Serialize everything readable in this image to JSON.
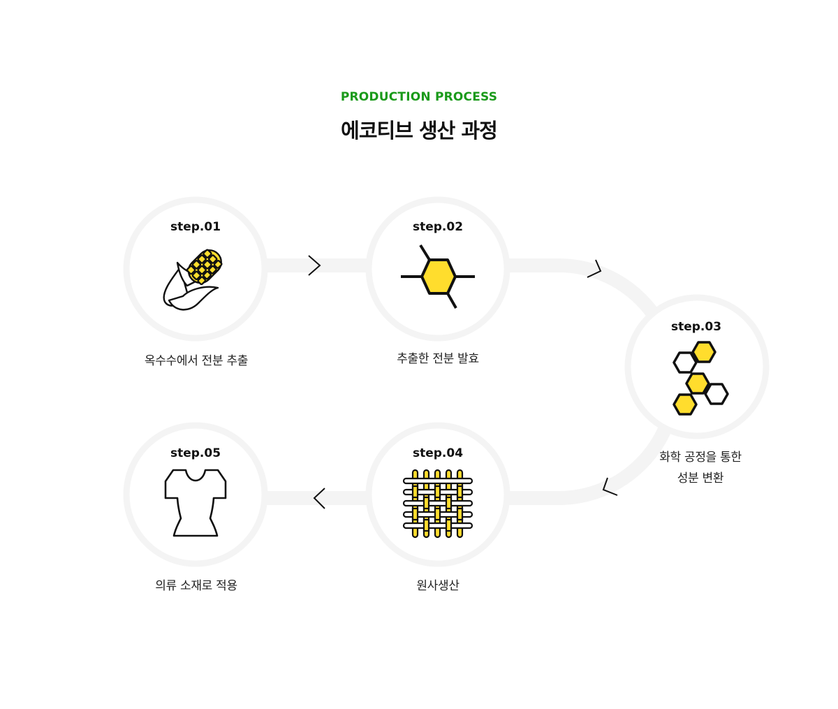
{
  "header": {
    "eyebrow": "PRODUCTION PROCESS",
    "title": "에코티브 생산 과정"
  },
  "colors": {
    "accent_green": "#1a9a1a",
    "icon_yellow": "#ffdd2d",
    "track_gray": "#f4f4f4"
  },
  "steps": [
    {
      "label": "step.01",
      "icon": "corn-icon",
      "caption": [
        "옥수수에서 전분 추출"
      ]
    },
    {
      "label": "step.02",
      "icon": "molecule-icon",
      "caption": [
        "추출한 전분 발효"
      ]
    },
    {
      "label": "step.03",
      "icon": "hexagon-cluster-icon",
      "caption": [
        "화학 공정을 통한",
        "성분 변환"
      ]
    },
    {
      "label": "step.04",
      "icon": "woven-fabric-icon",
      "caption": [
        "원사생산"
      ]
    },
    {
      "label": "step.05",
      "icon": "tshirt-icon",
      "caption": [
        "의류 소재로 적용"
      ]
    }
  ]
}
